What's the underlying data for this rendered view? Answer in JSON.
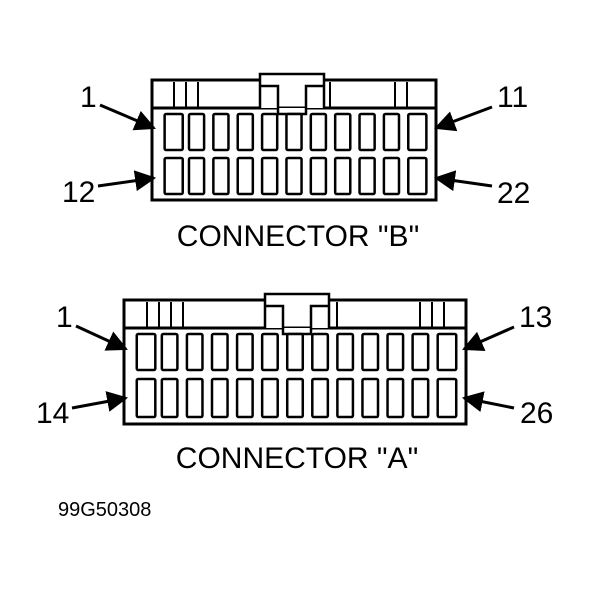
{
  "connectors": [
    {
      "title": "CONNECTOR \"B\"",
      "pin_labels": {
        "top_left": "1",
        "top_right": "11",
        "bottom_left": "12",
        "bottom_right": "22"
      },
      "pins_per_row": 11
    },
    {
      "title": "CONNECTOR \"A\"",
      "pin_labels": {
        "top_left": "1",
        "top_right": "13",
        "bottom_left": "14",
        "bottom_right": "26"
      },
      "pins_per_row": 13
    }
  ],
  "figure_id": "99G50308",
  "colors": {
    "ink": "#000000",
    "background": "#ffffff"
  }
}
